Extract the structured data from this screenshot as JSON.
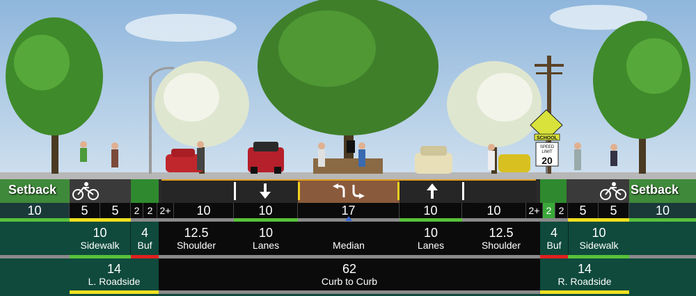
{
  "colors": {
    "sky": "#a9c8e4",
    "asphalt": "#2b2b2b",
    "median_pavers": "#8a5a3c",
    "dark_panel": "#0b0b0b",
    "green_panel": "#0f4a3c",
    "accent_green": "#58c23a",
    "accent_red": "#e02020",
    "accent_yellow": "#f0e020"
  },
  "scene": {
    "setback_left": "Setback",
    "setback_right": "Setback",
    "sign_school": "SCHOOL",
    "sign_speed_top": "SPEED",
    "sign_speed_mid": "LIMIT",
    "sign_speed_value": "20",
    "icons": [
      "bike-lane-icon-left",
      "bike-lane-icon-right",
      "arrow-down-icon",
      "arrow-up-icon",
      "turn-arrows-icon",
      "pedestrian-icon",
      "tree-icon",
      "car-icon",
      "utility-pole-icon",
      "school-crossing-sign-icon"
    ]
  },
  "widths_row": [
    {
      "id": "setback-l",
      "value": "10"
    },
    {
      "id": "sidewalk-l-a",
      "value": "5"
    },
    {
      "id": "sidewalk-l-b",
      "value": "5"
    },
    {
      "id": "buf-l-a",
      "value": "2"
    },
    {
      "id": "buf-l-b",
      "value": "2"
    },
    {
      "id": "curb-l",
      "value": "2+"
    },
    {
      "id": "shoulder-l",
      "value": "10"
    },
    {
      "id": "lane-l",
      "value": "10"
    },
    {
      "id": "median",
      "value": "17"
    },
    {
      "id": "lane-r",
      "value": "10"
    },
    {
      "id": "shoulder-r",
      "value": "10"
    },
    {
      "id": "curb-r",
      "value": "2+"
    },
    {
      "id": "buf-r-a",
      "value": "2"
    },
    {
      "id": "buf-r-b",
      "value": "2"
    },
    {
      "id": "sidewalk-r-a",
      "value": "5"
    },
    {
      "id": "sidewalk-r-b",
      "value": "5"
    },
    {
      "id": "setback-r",
      "value": "10"
    }
  ],
  "components_row": [
    {
      "id": "sidewalk-l",
      "value": "10",
      "label": "Sidewalk"
    },
    {
      "id": "buf-l",
      "value": "4",
      "label": "Buf"
    },
    {
      "id": "shoulder-l",
      "value": "12.5",
      "label": "Shoulder"
    },
    {
      "id": "lanes-l",
      "value": "10",
      "label": "Lanes"
    },
    {
      "id": "median",
      "value": "",
      "label": "Median"
    },
    {
      "id": "lanes-r",
      "value": "10",
      "label": "Lanes"
    },
    {
      "id": "shoulder-r",
      "value": "12.5",
      "label": "Shoulder"
    },
    {
      "id": "buf-r",
      "value": "4",
      "label": "Buf"
    },
    {
      "id": "sidewalk-r",
      "value": "10",
      "label": "Sidewalk"
    }
  ],
  "totals_row": [
    {
      "id": "l-roadside",
      "value": "14",
      "label": "L. Roadside"
    },
    {
      "id": "curb-to-curb",
      "value": "62",
      "label": "Curb to Curb"
    },
    {
      "id": "r-roadside",
      "value": "14",
      "label": "R. Roadside"
    }
  ]
}
